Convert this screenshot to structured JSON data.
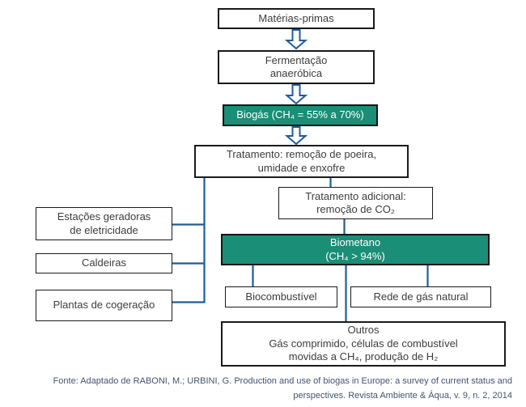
{
  "palette": {
    "green": "#1A8E77",
    "blue": "#1F5C99",
    "border": "#1a1a1a",
    "text": "#3d3d3d",
    "footer_text": "#44546A"
  },
  "icons": {
    "flow_arrow": "down-block-arrow"
  },
  "nodes": {
    "materias": {
      "lines": [
        "Matérias-primas"
      ]
    },
    "fermentacao": {
      "lines": [
        "Fermentação",
        "anaeróbica"
      ]
    },
    "biogas": {
      "lines": [
        "Biogás (CH₄ = 55% a 70%)"
      ]
    },
    "tratamento": {
      "lines": [
        "Tratamento: remoção de poeira,",
        "umidade e enxofre"
      ]
    },
    "trat_adicional": {
      "lines": [
        "Tratamento adicional:",
        "remoção de CO₂"
      ]
    },
    "biometano": {
      "lines": [
        "Biometano",
        "(CH₄ > 94%)"
      ]
    },
    "estacoes": {
      "lines": [
        "Estações geradoras",
        "de eletricidade"
      ]
    },
    "caldeiras": {
      "lines": [
        "Caldeiras"
      ]
    },
    "plantas": {
      "lines": [
        "Plantas de cogeração"
      ]
    },
    "biocombustivel": {
      "lines": [
        "Biocombustível"
      ]
    },
    "rede": {
      "lines": [
        "Rede de gás natural"
      ]
    },
    "outros": {
      "lines": [
        "Outros",
        "Gás comprimido, células de combustível",
        "movidas a CH₄, produção de H₂"
      ]
    }
  },
  "footer": {
    "line1": "Fonte: Adaptado de RABONI, M.; URBINI, G. Production and use of biogas in Europe: a survey of current status and",
    "line2": "perspectives. Revista Ambiente & Áqua, v. 9, n. 2, 2014"
  }
}
